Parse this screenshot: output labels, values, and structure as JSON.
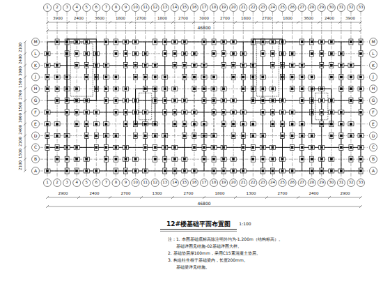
{
  "diagram": {
    "title": "12#楼基础平面布置图",
    "labels": [
      "1:100",
      "注：1. 本图基础底标高除注明外均为-1.200m（结构标高）。",
      "基础详图见结施-02基础详图大样。",
      "2. 基础垫层厚100mm，采用C15素混凝土垫层。",
      "3. 构造柱生根于基础梁内，长度200mm。",
      "基础梁详见结施。",
      "46800",
      "46800",
      "1",
      "2",
      "3",
      "4",
      "5",
      "6",
      "7",
      "8",
      "9",
      "10",
      "11",
      "12",
      "13",
      "14",
      "15",
      "16",
      "17",
      "18",
      "19",
      "20",
      "21",
      "22",
      "23",
      "24",
      "25",
      "26",
      "27",
      "28",
      "29",
      "30",
      "31",
      "32",
      "33",
      "1",
      "2",
      "3",
      "4",
      "5",
      "6",
      "7",
      "8",
      "9",
      "10",
      "11",
      "12",
      "13",
      "14",
      "15",
      "16",
      "17",
      "18",
      "19",
      "20",
      "21",
      "22",
      "23",
      "24",
      "25",
      "26",
      "27",
      "28",
      "29",
      "30",
      "31",
      "32",
      "33",
      "M",
      "L",
      "K",
      "J",
      "H",
      "G",
      "F",
      "E",
      "D",
      "C",
      "B",
      "A",
      "M",
      "L",
      "K",
      "J",
      "H",
      "G",
      "F",
      "E",
      "D",
      "C",
      "B",
      "A",
      "3900",
      "2400",
      "3600",
      "1800",
      "2700",
      "1800",
      "2700",
      "3000",
      "2700",
      "1800",
      "2700",
      "1800",
      "3600",
      "2400",
      "3900",
      "2900",
      "2400",
      "2700",
      "1300",
      "2700",
      "1800",
      "1300",
      "2700",
      "2400",
      "2900",
      "2100",
      "2400",
      "3000",
      "1500",
      "2700",
      "1500",
      "3000",
      "2400",
      "2100",
      "1500",
      "2100"
    ]
  }
}
